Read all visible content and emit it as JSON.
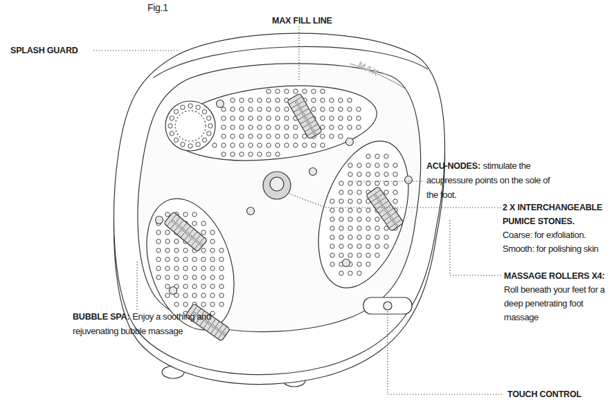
{
  "diagram": {
    "title": "Fig.1",
    "labels": [
      "MAX FILL LINE",
      "MAX",
      "SPLASH GUARD",
      "ACU-NODES:",
      "stimulate the acupressure points on the sole of the foot.",
      "2 X INTERCHANGEABLE PUMICE STONES.",
      "Coarse: for exfoliation.",
      "Smooth: for polishing skin",
      "MASSAGE ROLLERS X4:",
      "Roll beneath your feet for a deep penetrating foot massage",
      "BUBBLE SPA:",
      "Enjoy a soothing and rejuvenating bubble massage",
      "TOUCH CONTROL"
    ]
  }
}
